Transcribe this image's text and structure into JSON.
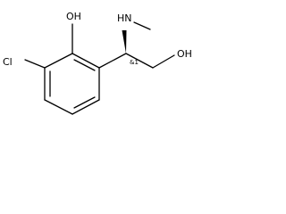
{
  "molecule": {
    "atom_labels": {
      "chlorine": "Cl",
      "phenol_hydroxyl": "OH",
      "amine": "HN",
      "primary_hydroxyl": "OH"
    },
    "stereo_label": "&1",
    "colors": {
      "ink": "#000000",
      "background": "#ffffff"
    }
  }
}
